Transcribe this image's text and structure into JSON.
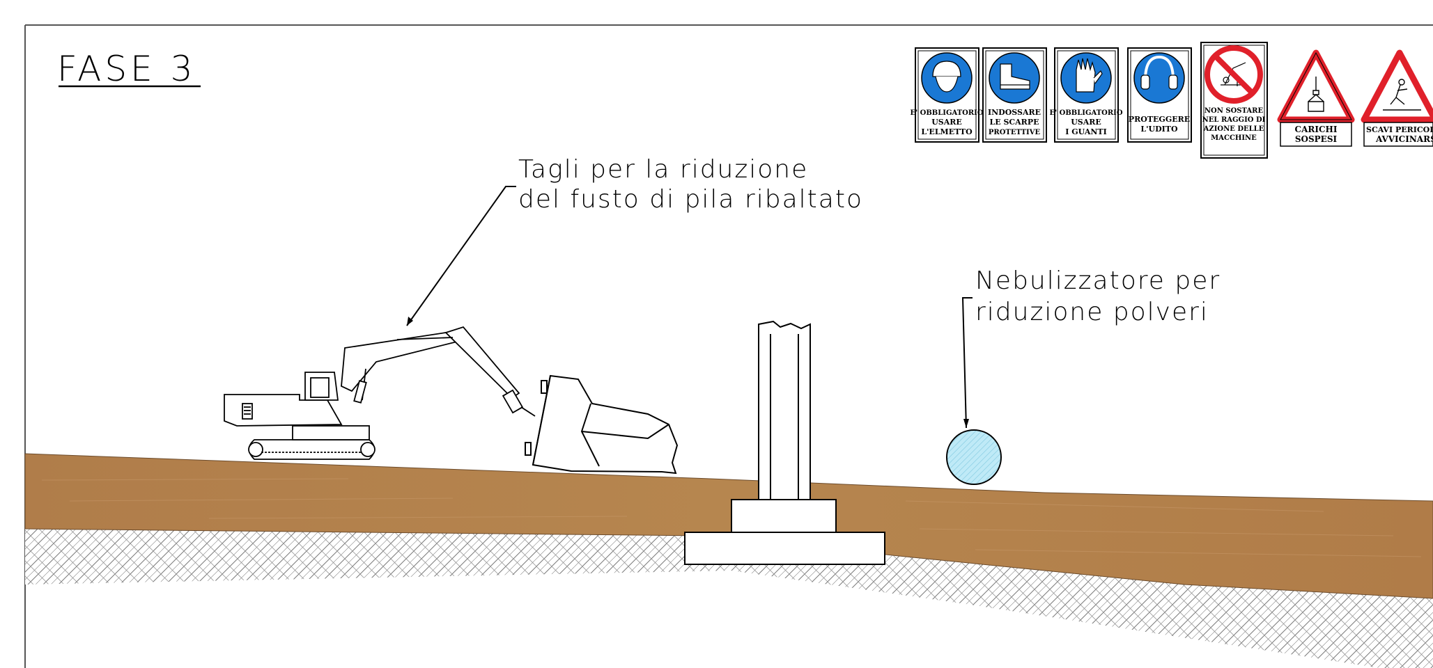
{
  "title": "FASE 3",
  "annotations": {
    "cuts": [
      "Tagli per la riduzione",
      "del fusto di pila ribaltato"
    ],
    "nebulizer": [
      "Nebulizzatore per",
      "riduzione polveri"
    ]
  },
  "signs": [
    {
      "icon": "helmet-icon",
      "color": "#1a78d4",
      "lines": [
        "E' OBBLIGATORIO",
        "USARE",
        "L'ELMETTO"
      ]
    },
    {
      "icon": "boots-icon",
      "color": "#1a78d4",
      "lines": [
        "INDOSSARE",
        "LE SCARPE",
        "PROTETTIVE"
      ]
    },
    {
      "icon": "gloves-icon",
      "color": "#1a78d4",
      "lines": [
        "E' OBBLIGATORIO",
        "USARE",
        "I GUANTI"
      ]
    },
    {
      "icon": "ear-protection-icon",
      "color": "#1a78d4",
      "lines": [
        "PROTEGGERE",
        "L'UDITO"
      ]
    },
    {
      "icon": "no-standing-machine-icon",
      "color": "#e0202a",
      "lines": [
        "NON SOSTARE",
        "NEL RAGGIO DI",
        "AZIONE DELLE",
        "MACCHINE"
      ]
    },
    {
      "icon": "suspended-load-icon",
      "color": "#e0202a",
      "lines": [
        "CARICHI",
        "SOSPESI"
      ]
    },
    {
      "icon": "dangerous-excavation-icon",
      "color": "#e0202a",
      "lines": [
        "SCAVI PERICOLOSI",
        "AVVICINARSI"
      ]
    }
  ],
  "colors": {
    "soil": "#b58350",
    "soil_dark": "#a6743f",
    "nebulizer_fill": "#bfeaf7",
    "mandatory_blue": "#1a78d4",
    "warning_red": "#e0202a"
  }
}
